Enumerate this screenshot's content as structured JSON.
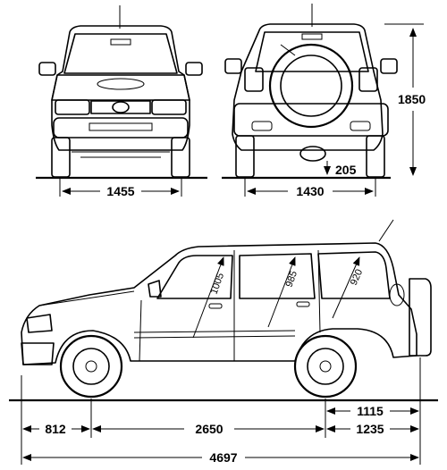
{
  "dimensions": {
    "front_track": "1455",
    "rear_track": "1430",
    "height": "1850",
    "ground_clearance": "205",
    "front_overhang": "812",
    "wheelbase": "2650",
    "rear_axle_to_bumper": "1115",
    "rear_overhang": "1235",
    "overall_length": "4697",
    "front_headroom": "1005",
    "middle_headroom": "985",
    "rear_headroom": "920"
  }
}
